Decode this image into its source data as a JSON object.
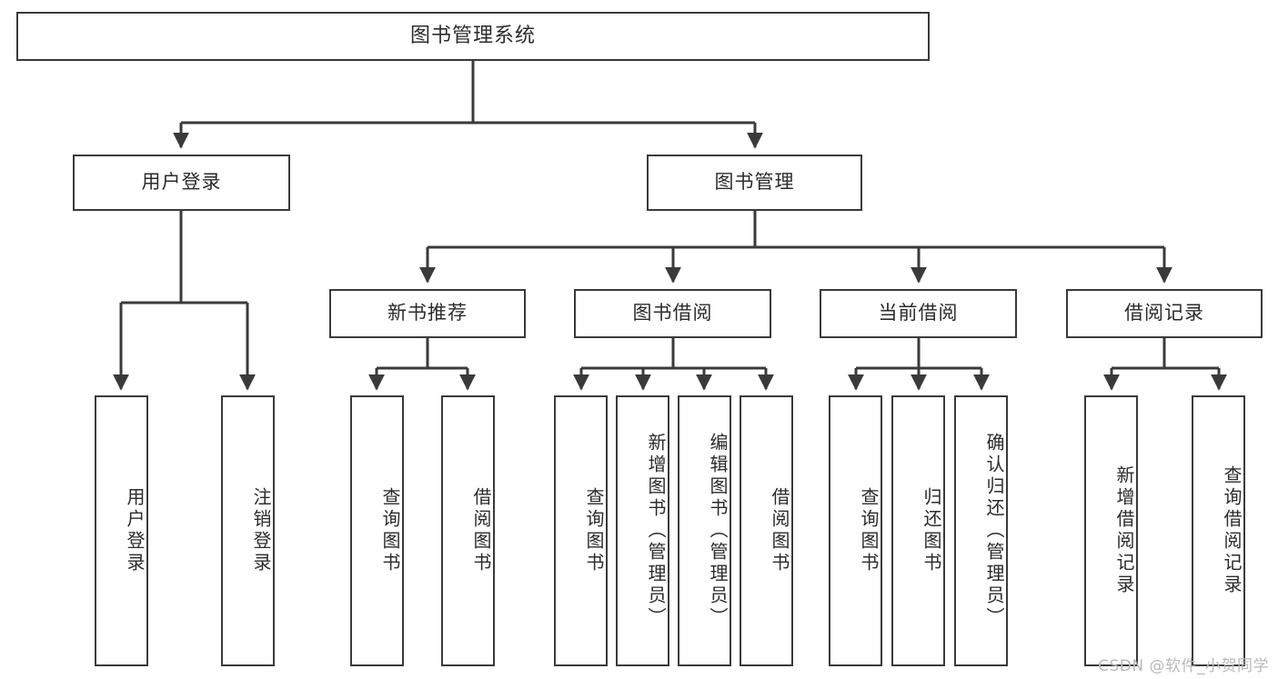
{
  "diagram": {
    "title": "图书管理系统",
    "type": "tree",
    "root": {
      "label": "图书管理系统"
    },
    "level2": [
      {
        "label": "用户登录"
      },
      {
        "label": "图书管理"
      }
    ],
    "level3": [
      {
        "label": "新书推荐"
      },
      {
        "label": "图书借阅"
      },
      {
        "label": "当前借阅"
      },
      {
        "label": "借阅记录"
      }
    ],
    "leaves": {
      "user_login": [
        {
          "label": "用户登录"
        },
        {
          "label": "注销登录"
        }
      ],
      "new_book": [
        {
          "label": "查询图书"
        },
        {
          "label": "借阅图书"
        }
      ],
      "book_borrow": [
        {
          "label": "查询图书"
        },
        {
          "label": "新增图书（管理员）"
        },
        {
          "label": "编辑图书（管理员）"
        },
        {
          "label": "借阅图书"
        }
      ],
      "current_borrow": [
        {
          "label": "查询图书"
        },
        {
          "label": "归还图书"
        },
        {
          "label": "确认归还（管理员）"
        }
      ],
      "borrow_record": [
        {
          "label": "新增借阅记录"
        },
        {
          "label": "查询借阅记录"
        }
      ]
    }
  },
  "watermark": {
    "text": "CSDN @软件_小贺同学"
  },
  "colors": {
    "stroke": "#3a3a3a",
    "box_fill": "#ffffff",
    "text": "#2b2b2b",
    "watermark": "#b9b9b9"
  }
}
